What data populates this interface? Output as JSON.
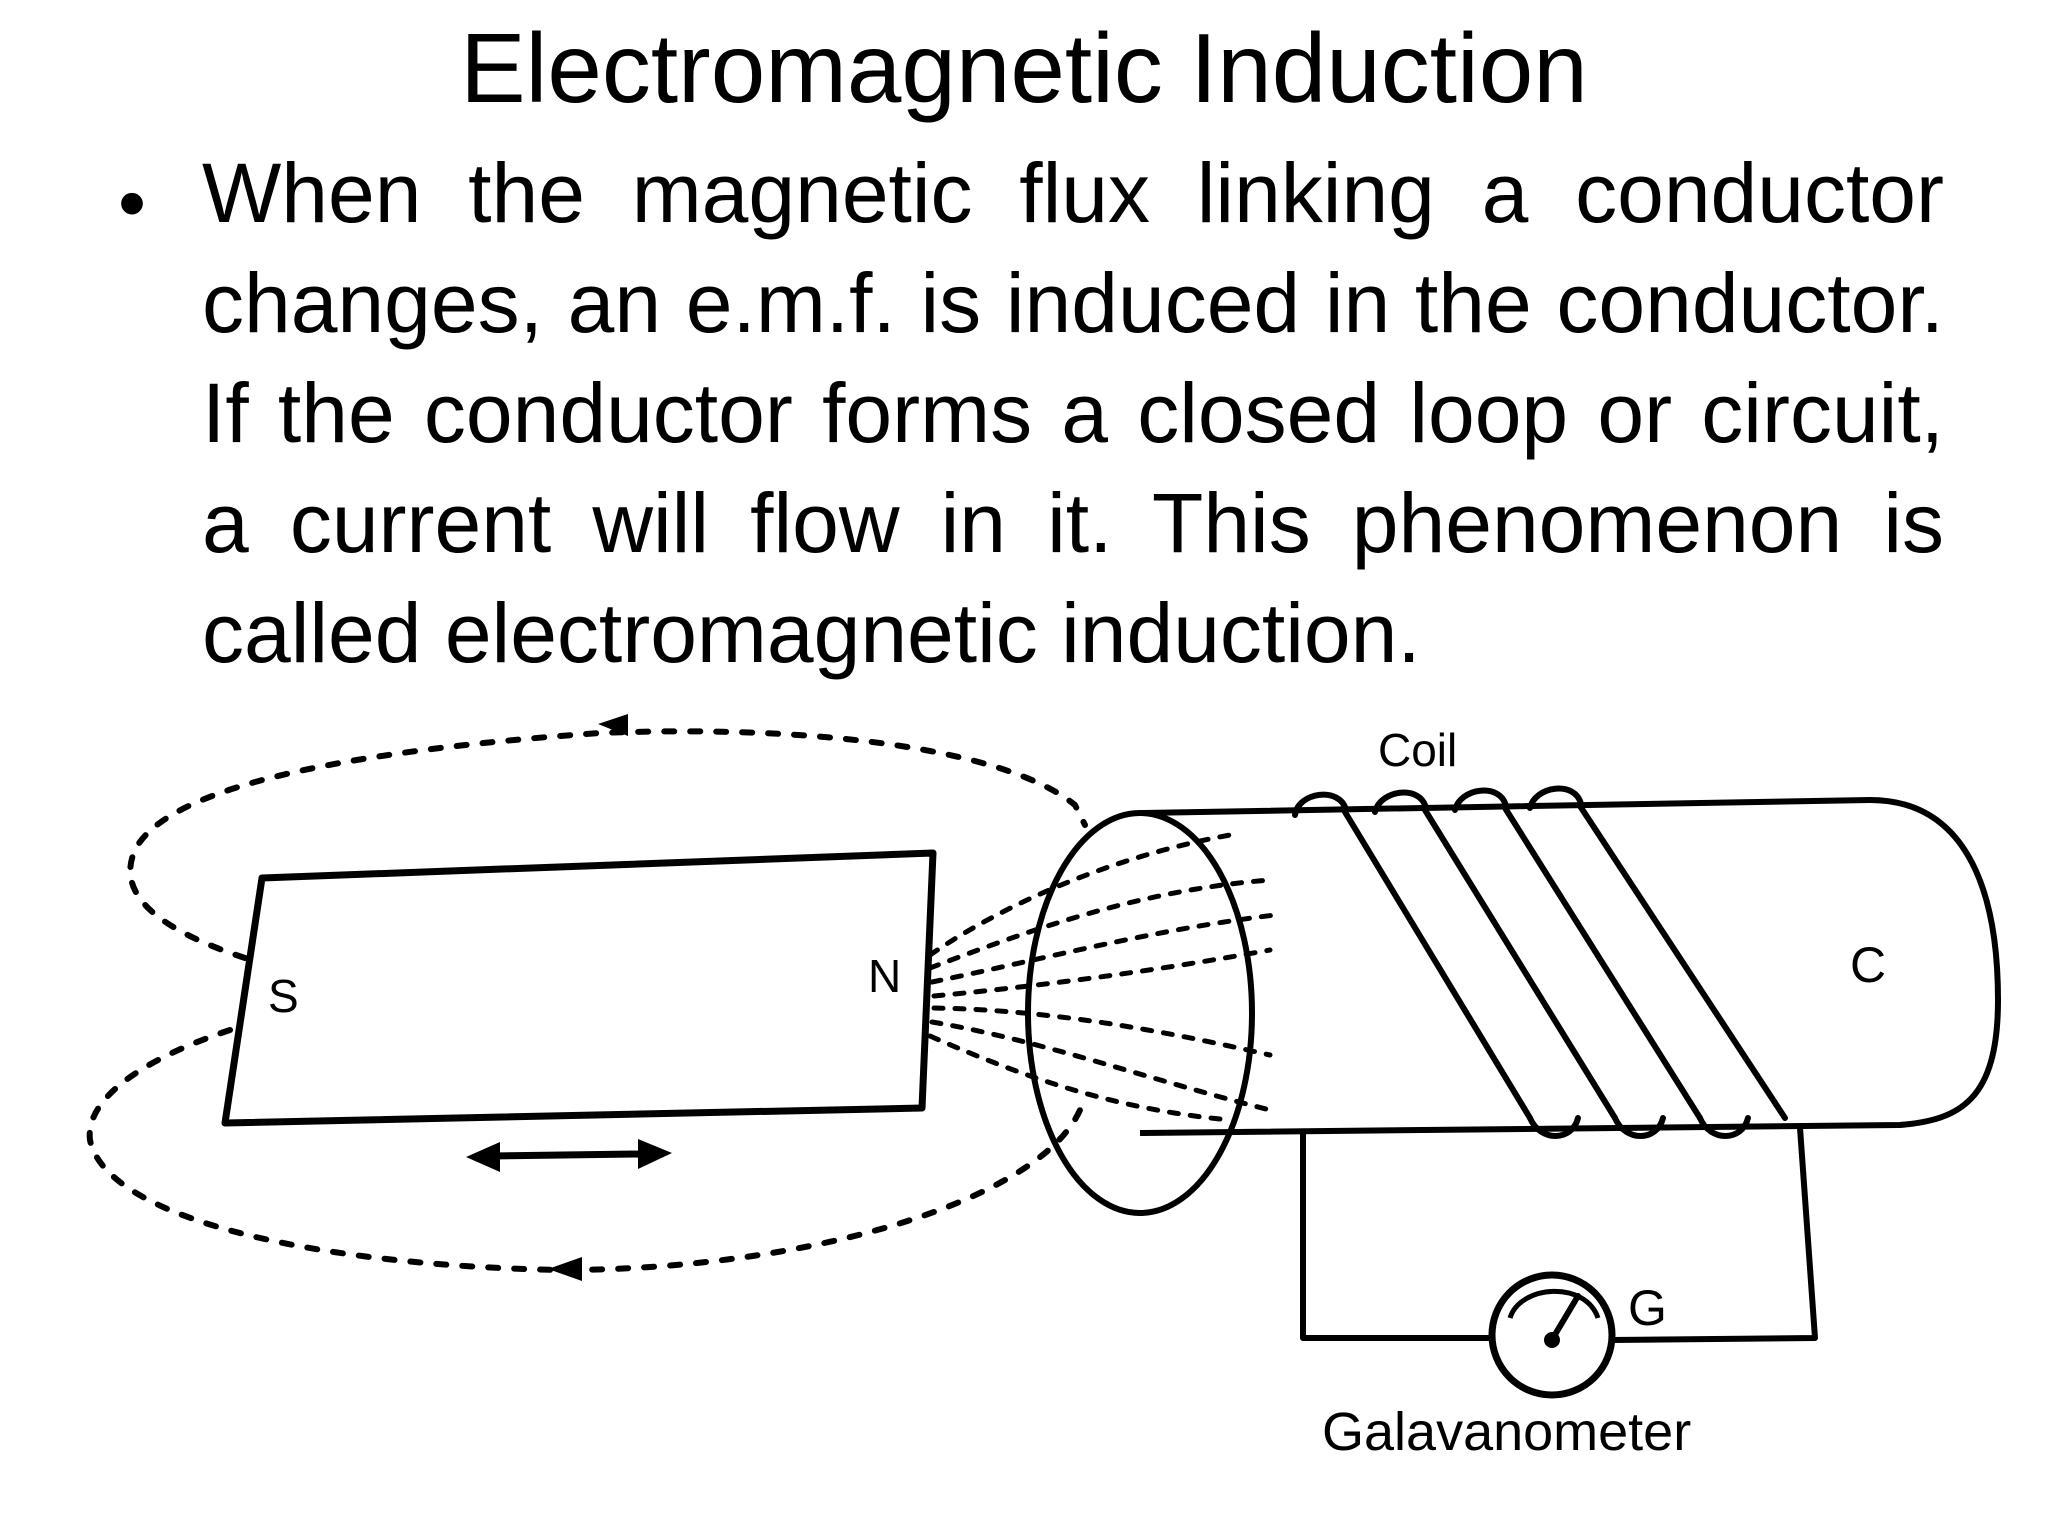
{
  "slide": {
    "title": "Electromagnetic Induction",
    "bullet_marker": "•",
    "bullet_text": "When the magnetic flux linking a conductor changes, an e.m.f. is induced in the conductor. If the conductor forms a closed loop or circuit, a current will flow in it. This phenomenon is called electromagnetic induction."
  },
  "diagram": {
    "labels": {
      "south_pole": "S",
      "north_pole": "N",
      "coil": "Coil",
      "core": "C",
      "galvanometer_symbol": "G",
      "galvanometer": "Galavanometer"
    },
    "colors": {
      "ink": "#000000",
      "background": "#ffffff"
    }
  }
}
